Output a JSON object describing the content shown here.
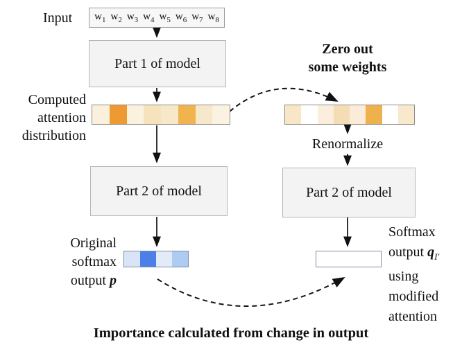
{
  "colors": {
    "arrow": "#111111",
    "box_bg": "#f3f3f3",
    "box_border": "#b5b5b5",
    "attention_high": "#EF9A31",
    "attention_mid": "#F1B34E",
    "softmax_high": "#3B6FE0"
  },
  "input": {
    "label": "Input",
    "tokens": [
      {
        "b": "w",
        "s": "1"
      },
      {
        "b": "w",
        "s": "2"
      },
      {
        "b": "w",
        "s": "3"
      },
      {
        "b": "w",
        "s": "4"
      },
      {
        "b": "w",
        "s": "5"
      },
      {
        "b": "w",
        "s": "6"
      },
      {
        "b": "w",
        "s": "7"
      },
      {
        "b": "w",
        "s": "8"
      }
    ]
  },
  "left": {
    "part1_label": "Part 1 of model",
    "attention_label_lines": [
      "Computed",
      "attention",
      "distribution"
    ],
    "attention_cells": [
      "#FAF0DC",
      "#EF9A31",
      "#FAF1DE",
      "#F6E3BE",
      "#F8E8CA",
      "#F1B34E",
      "#F8E8CB",
      "#FBF2E2"
    ],
    "part2_label": "Part 2 of model",
    "output_label_lines": [
      "Original",
      "softmax"
    ],
    "output_label_line3_prefix": "output ",
    "output_symbol": "p",
    "output_cells": [
      "#D9E4F6",
      "#4A80E8",
      "#E4EBF8",
      "#AECBF2"
    ]
  },
  "right": {
    "zero_out_lines": [
      "Zero out",
      "some weights"
    ],
    "attention_cells": [
      "#F8E6C6",
      "#FFFFFF",
      "#FBEEDC",
      "#F4DCB4",
      "#FAECD8",
      "#EFB14C",
      "#FFFFFF",
      "#F8E8CC"
    ],
    "renormalize_label": "Renormalize",
    "part2_label": "Part 2 of model",
    "softmax_line1": "Softmax",
    "softmax_line2_prefix": "output ",
    "softmax_symbol": "q",
    "softmax_symbol_sub": "I′",
    "softmax_lines_bottom": [
      "using",
      "modified",
      "attention"
    ]
  },
  "caption": "Importance calculated from change in output"
}
